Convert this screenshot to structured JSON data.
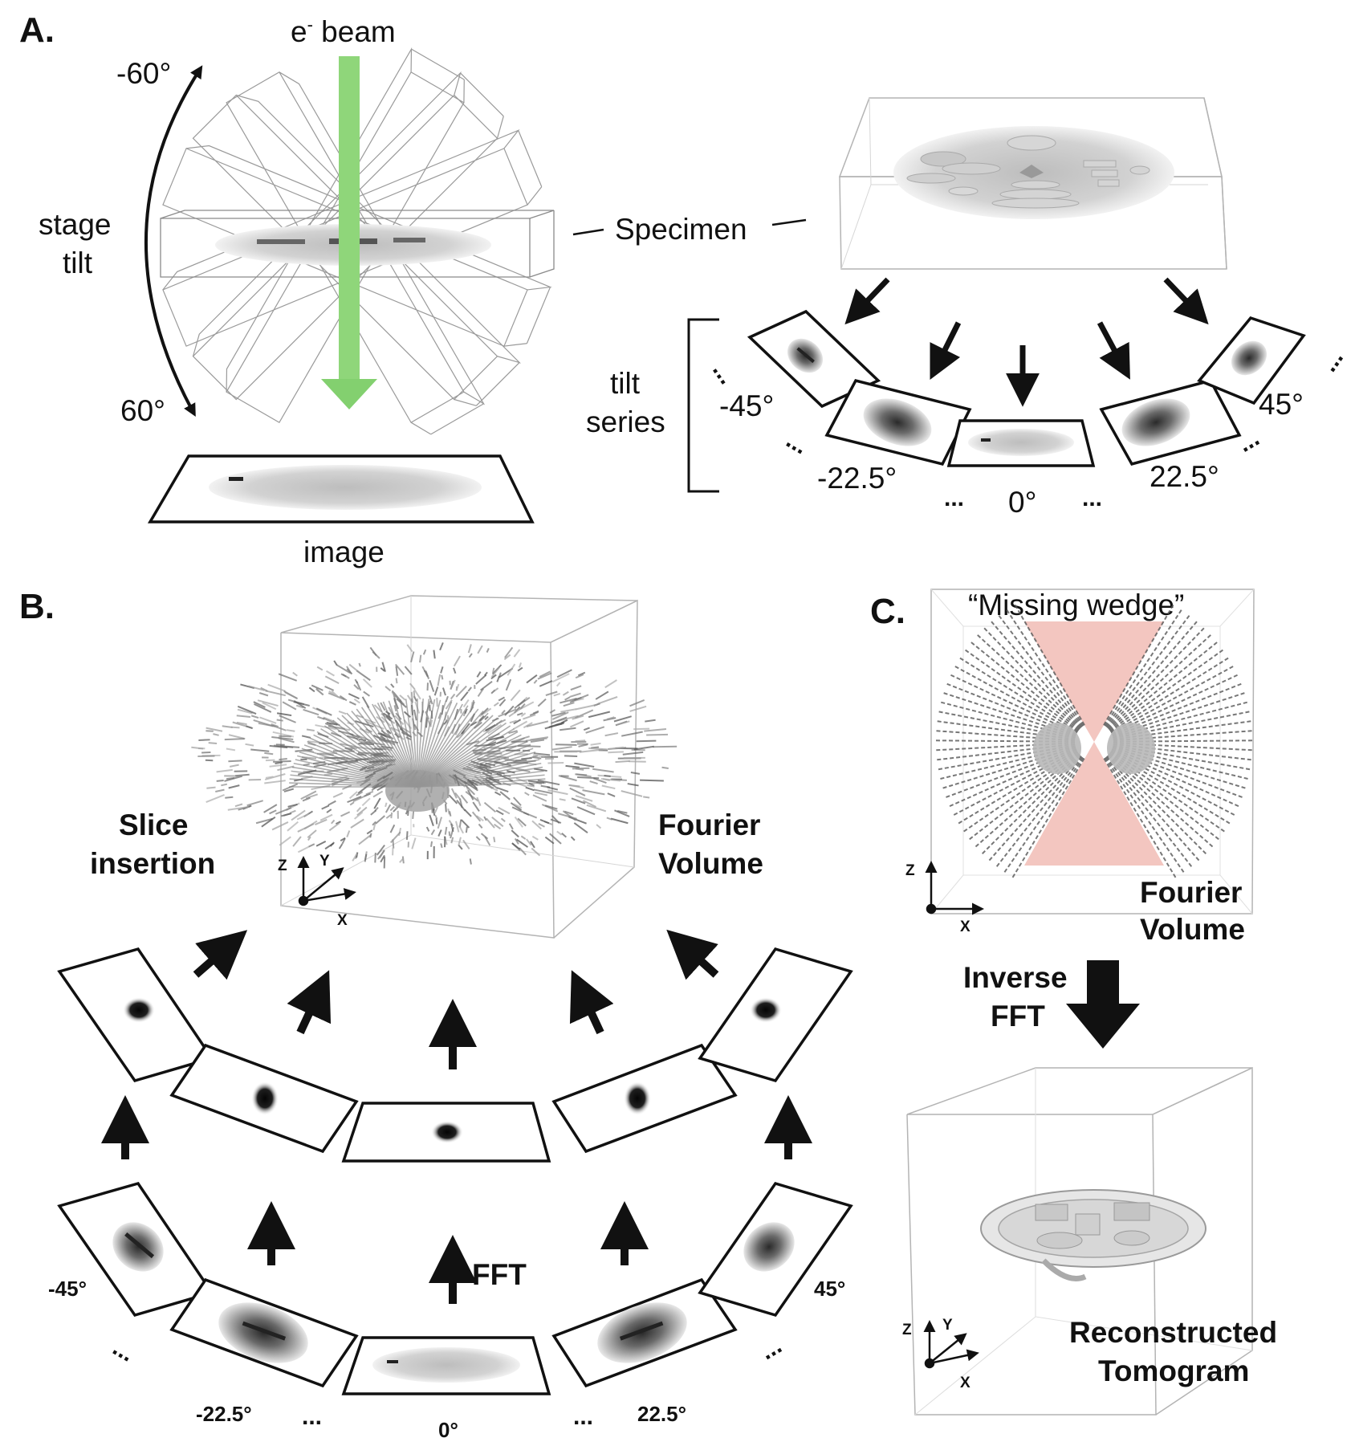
{
  "panels": {
    "a": "A.",
    "b": "B.",
    "c": "C."
  },
  "panel_a": {
    "beam_label": "e",
    "beam_superscript": "-",
    "beam_label_rest": " beam",
    "tilt_min": "-60°",
    "tilt_max": "60°",
    "stage_tilt": [
      "stage",
      "tilt"
    ],
    "specimen": "Specimen",
    "image": "image",
    "tilt_series": [
      "tilt",
      "series"
    ],
    "angles": [
      "-45°",
      "-22.5°",
      "0°",
      "22.5°",
      "45°"
    ],
    "ellipsis": "...",
    "colors": {
      "beam": "#8fd67a",
      "beam_head": "#83d06f"
    }
  },
  "panel_b": {
    "slice_insertion": [
      "Slice",
      "insertion"
    ],
    "fourier_volume": [
      "Fourier",
      "Volume"
    ],
    "fft": "FFT",
    "angles": [
      "-45°",
      "-22.5°",
      "0°",
      "22.5°",
      "45°"
    ],
    "ellipsis": "...",
    "axes": {
      "z": "Z",
      "y": "Y",
      "x": "X"
    }
  },
  "panel_c": {
    "missing_wedge": "“Missing wedge”",
    "fourier_volume": [
      "Fourier",
      "Volume"
    ],
    "inverse_fft": [
      "Inverse",
      "FFT"
    ],
    "reconstructed": [
      "Reconstructed",
      "Tomogram"
    ],
    "axes": {
      "z": "Z",
      "y": "Y",
      "x": "X"
    },
    "colors": {
      "wedge": "#f3c6c0"
    }
  }
}
